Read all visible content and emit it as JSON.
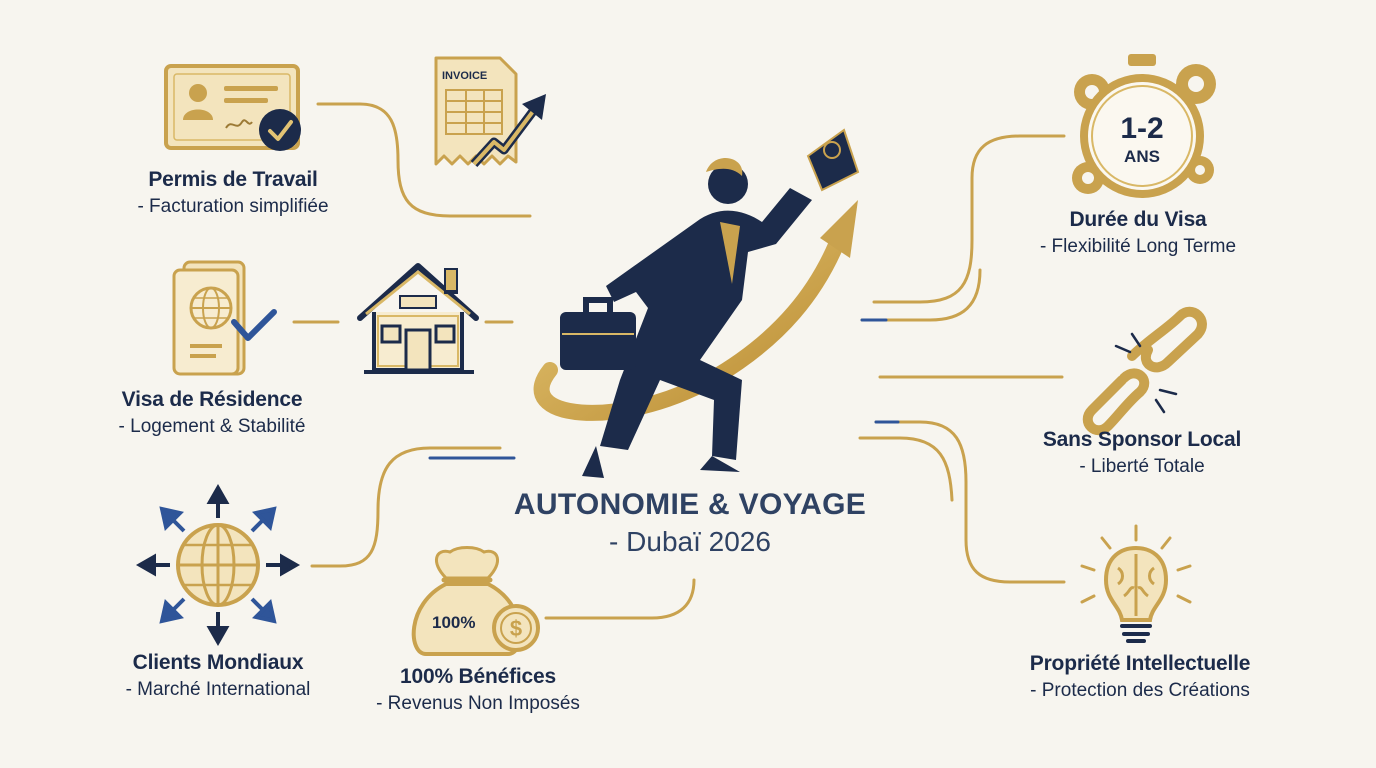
{
  "center": {
    "title": "AUTONOMIE & VOYAGE",
    "subtitle": "- Dubaï 2026"
  },
  "nodes": [
    {
      "id": "work-permit",
      "title": "Permis de Travail",
      "subtitle": "- Facturation simplifiée"
    },
    {
      "id": "residence-visa",
      "title": "Visa de Résidence",
      "subtitle": "- Logement & Stabilité"
    },
    {
      "id": "global-clients",
      "title": "Clients Mondiaux",
      "subtitle": "- Marché International"
    },
    {
      "id": "profits",
      "title": "100% Bénéfices",
      "subtitle": "- Revenus Non Imposés"
    },
    {
      "id": "visa-duration",
      "title": "Durée du Visa",
      "subtitle": "- Flexibilité Long Terme"
    },
    {
      "id": "no-sponsor",
      "title": "Sans Sponsor Local",
      "subtitle": "- Liberté Totale"
    },
    {
      "id": "intellectual-property",
      "title": "Propriété Intellectuelle",
      "subtitle": "- Protection des Créations"
    }
  ],
  "icon_text": {
    "invoice": "INVOICE",
    "timer_years": "1-2",
    "timer_unit": "ANS",
    "money_bag": "100%"
  },
  "colors": {
    "navy": "#1c2b4a",
    "gold": "#c9a24e",
    "background": "#f7f5ef"
  }
}
